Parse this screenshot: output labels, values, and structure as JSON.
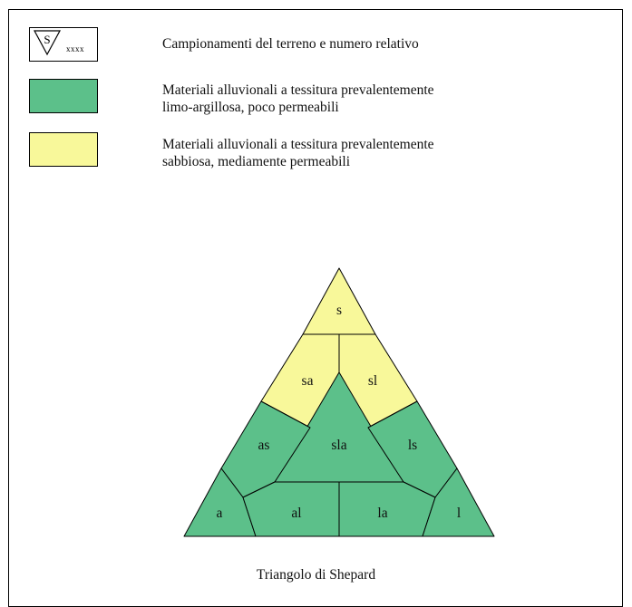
{
  "legend": {
    "sample_symbol": {
      "letter": "S",
      "code": "xxxx",
      "label": "Campionamenti del terreno e numero relativo"
    },
    "green": {
      "color": "#5cc08a",
      "line1": "Materiali alluvionali a tessitura prevalentemente",
      "line2": "limo-argillosa, poco permeabili"
    },
    "yellow": {
      "color": "#f8f89a",
      "line1": "Materiali alluvionali a tessitura prevalentemente",
      "line2": "sabbiosa, mediamente permeabili"
    }
  },
  "triangle": {
    "regions": {
      "s": "s",
      "sa": "sa",
      "sl": "sl",
      "sla": "sla",
      "as": "as",
      "ls": "ls",
      "a": "a",
      "al": "al",
      "la": "la",
      "l": "l"
    },
    "caption": "Triangolo di Shepard"
  }
}
